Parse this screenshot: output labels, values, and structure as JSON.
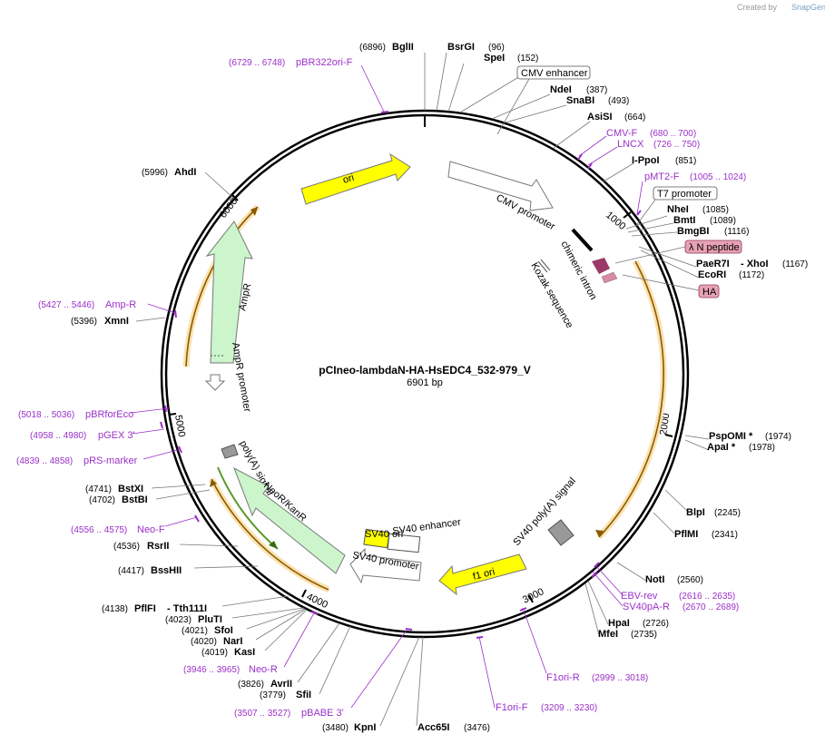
{
  "credit": "Created by",
  "credit_brand": "SnapGene",
  "plasmid": {
    "name": "pCIneo-lambdaN-HA-HsEDC4_532-979_V",
    "size_label": "6901 bp",
    "length": 6901
  },
  "ticks": [
    "1000",
    "2000",
    "3000",
    "4000",
    "5000",
    "6000"
  ],
  "sites": [
    {
      "name": "BglII",
      "pos": "(6896)",
      "bp": 6896
    },
    {
      "name": "BsrGI",
      "pos": "(96)",
      "bp": 96
    },
    {
      "name": "SpeI",
      "pos": "(152)",
      "bp": 152
    },
    {
      "name": "NdeI",
      "pos": "(387)",
      "bp": 387
    },
    {
      "name": "SnaBI",
      "pos": "(493)",
      "bp": 493
    },
    {
      "name": "AsiSI",
      "pos": "(664)",
      "bp": 664
    },
    {
      "name": "I-PpoI",
      "pos": "(851)",
      "bp": 851
    },
    {
      "name": "NheI",
      "pos": "(1085)",
      "bp": 1085
    },
    {
      "name": "BmtI",
      "pos": "(1089)",
      "bp": 1089
    },
    {
      "name": "BmgBI",
      "pos": "(1116)",
      "bp": 1116
    },
    {
      "name": "PaeR7I",
      "pos": "",
      "bp": 1167
    },
    {
      "name": "- XhoI",
      "pos": "(1167)",
      "bp": 1167
    },
    {
      "name": "EcoRI",
      "pos": "(1172)",
      "bp": 1172
    },
    {
      "name": "PspOMI *",
      "pos": "(1974)",
      "bp": 1974
    },
    {
      "name": "ApaI *",
      "pos": "(1978)",
      "bp": 1978
    },
    {
      "name": "BlpI",
      "pos": "(2245)",
      "bp": 2245
    },
    {
      "name": "PflMI",
      "pos": "(2341)",
      "bp": 2341
    },
    {
      "name": "NotI",
      "pos": "(2560)",
      "bp": 2560
    },
    {
      "name": "HpaI",
      "pos": "(2726)",
      "bp": 2726
    },
    {
      "name": "MfeI",
      "pos": "(2735)",
      "bp": 2735
    },
    {
      "name": "Acc65I",
      "pos": "(3476)",
      "bp": 3476
    },
    {
      "name": "KpnI",
      "pos": "(3480)",
      "bp": 3480
    },
    {
      "name": "SfiI",
      "pos": "(3779)",
      "bp": 3779
    },
    {
      "name": "AvrII",
      "pos": "(3826)",
      "bp": 3826
    },
    {
      "name": "KasI",
      "pos": "(4019)",
      "bp": 4019
    },
    {
      "name": "NarI",
      "pos": "(4020)",
      "bp": 4020
    },
    {
      "name": "SfoI",
      "pos": "(4021)",
      "bp": 4021
    },
    {
      "name": "PluTI",
      "pos": "(4023)",
      "bp": 4023
    },
    {
      "name": "PflFI",
      "pos": "(4138)",
      "bp": 4138
    },
    {
      "name": "- Tth111I",
      "pos": "",
      "bp": 4138
    },
    {
      "name": "BssHII",
      "pos": "(4417)",
      "bp": 4417
    },
    {
      "name": "RsrII",
      "pos": "(4536)",
      "bp": 4536
    },
    {
      "name": "BstBI",
      "pos": "(4702)",
      "bp": 4702
    },
    {
      "name": "BstXI",
      "pos": "(4741)",
      "bp": 4741
    },
    {
      "name": "XmnI",
      "pos": "(5396)",
      "bp": 5396
    },
    {
      "name": "AhdI",
      "pos": "(5996)",
      "bp": 5996
    }
  ],
  "primers": [
    {
      "name": "pBR322ori-F",
      "pos": "(6729 .. 6748)"
    },
    {
      "name": "CMV-F",
      "pos": "(680 .. 700)"
    },
    {
      "name": "LNCX",
      "pos": "(726 .. 750)"
    },
    {
      "name": "pMT2-F",
      "pos": "(1005 .. 1024)"
    },
    {
      "name": "EBV-rev",
      "pos": "(2616 .. 2635)"
    },
    {
      "name": "SV40pA-R",
      "pos": "(2670 .. 2689)"
    },
    {
      "name": "F1ori-R",
      "pos": "(2999 .. 3018)"
    },
    {
      "name": "F1ori-F",
      "pos": "(3209 .. 3230)"
    },
    {
      "name": "pBABE 3'",
      "pos": "(3507 .. 3527)"
    },
    {
      "name": "Neo-R",
      "pos": "(3946 .. 3965)"
    },
    {
      "name": "Neo-F",
      "pos": "(4556 .. 4575)"
    },
    {
      "name": "pRS-marker",
      "pos": "(4839 .. 4858)"
    },
    {
      "name": "pGEX 3'",
      "pos": "(4958 .. 4980)"
    },
    {
      "name": "pBRforEco",
      "pos": "(5018 .. 5036)"
    },
    {
      "name": "Amp-R",
      "pos": "(5427 .. 5446)"
    }
  ],
  "boxed_features": [
    {
      "name": "CMV enhancer"
    },
    {
      "name": "T7 promoter"
    },
    {
      "name": "λ N peptide",
      "color": "#e8a2b4"
    },
    {
      "name": "HA",
      "color": "#e8a2b4"
    }
  ],
  "features": [
    {
      "name": "ori",
      "color": "#ffff00"
    },
    {
      "name": "CMV promoter",
      "color": "#ffffff"
    },
    {
      "name": "chimeric intron"
    },
    {
      "name": "Kozak sequence"
    },
    {
      "name": "AmpR",
      "color": "#ccf5cc"
    },
    {
      "name": "AmpR promoter"
    },
    {
      "name": "poly(A) signal"
    },
    {
      "name": "NeoR/KanR",
      "color": "#ccf5cc"
    },
    {
      "name": "SV40 ori",
      "color": "#ffff00"
    },
    {
      "name": "SV40 enhancer"
    },
    {
      "name": "SV40 promoter"
    },
    {
      "name": "SV40 poly(A) signal"
    },
    {
      "name": "f1 ori",
      "color": "#ffff00"
    }
  ],
  "colors": {
    "primer": "#9b30c8",
    "orf": "#f5a623",
    "ring": "#000000"
  }
}
